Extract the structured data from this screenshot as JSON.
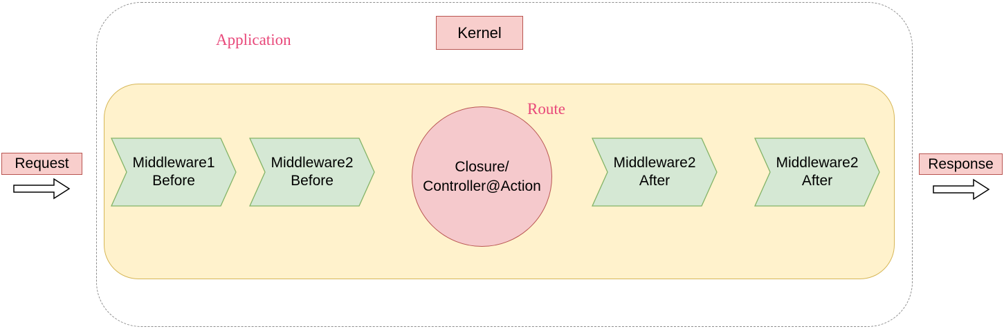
{
  "diagram": {
    "title_boxes": {
      "kernel_label": "Kernel"
    },
    "area_labels": {
      "application": "Application",
      "route": "Route"
    },
    "endpoints": {
      "request_label": "Request",
      "response_label": "Response"
    },
    "pipeline_steps": [
      {
        "label": "Middleware1\nBefore"
      },
      {
        "label": "Middleware2\nBefore"
      },
      {
        "label": "Middleware2\nAfter"
      },
      {
        "label": "Middleware2\nAfter"
      }
    ],
    "controller_label": "Closure/\nController@Action",
    "colors": {
      "pink_fill": "#f8cecc",
      "pink_stroke": "#b85450",
      "green_fill": "#d5e8d4",
      "green_stroke": "#82b366",
      "yellow_fill": "#fff2cc",
      "yellow_stroke": "#d6b656",
      "accent_text": "#e8487a",
      "boundary_dash": "#8c8c8c",
      "arrow_fill": "#ffffff",
      "arrow_stroke": "#000000"
    }
  }
}
